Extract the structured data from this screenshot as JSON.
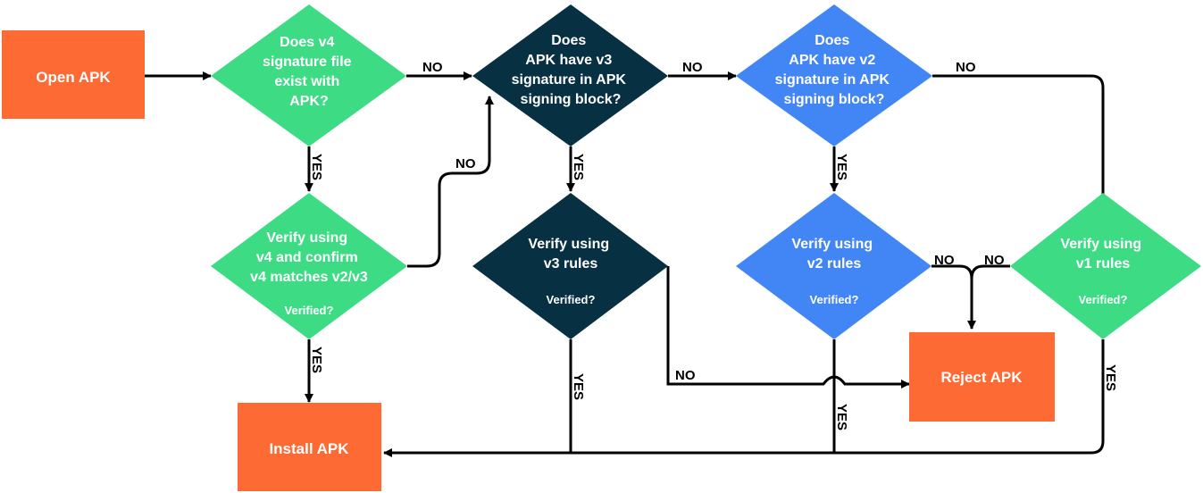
{
  "colors": {
    "orange": "#fd6a34",
    "green": "#3ddc84",
    "navy": "#073042",
    "blue": "#4285f4",
    "line": "#000000",
    "text_on_shape": "#ffffff"
  },
  "nodes": {
    "open_apk": [
      "Open APK"
    ],
    "v4_exists": [
      "Does v4",
      "signature file",
      "exist with",
      "APK?"
    ],
    "v3_block": [
      "Does",
      "APK have v3",
      "signature in APK",
      "signing block?"
    ],
    "v2_block": [
      "Does",
      "APK have v2",
      "signature in APK",
      "signing block?"
    ],
    "verify_v4": [
      "Verify using",
      "v4 and confirm",
      "v4 matches v2/v3"
    ],
    "verify_v4_q": "Verified?",
    "verify_v3": [
      "Verify using",
      "v3 rules"
    ],
    "verify_v3_q": "Verified?",
    "verify_v2": [
      "Verify using",
      "v2 rules"
    ],
    "verify_v2_q": "Verified?",
    "verify_v1": [
      "Verify using",
      "v1 rules"
    ],
    "verify_v1_q": "Verified?",
    "install_apk": [
      "Install APK"
    ],
    "reject_apk": [
      "Reject APK"
    ]
  },
  "edge_labels": {
    "v4_no": "NO",
    "v3_no": "NO",
    "v2_no": "NO",
    "v4_yes": "YES",
    "v3_yes": "YES",
    "v2_yes": "YES",
    "verify_v4_no": "NO",
    "verify_v4_yes": "YES",
    "verify_v3_no": "NO",
    "verify_v3_yes": "YES",
    "verify_v2_no": "NO",
    "verify_v2_yes": "YES",
    "verify_v1_no": "NO",
    "verify_v1_yes": "YES"
  }
}
